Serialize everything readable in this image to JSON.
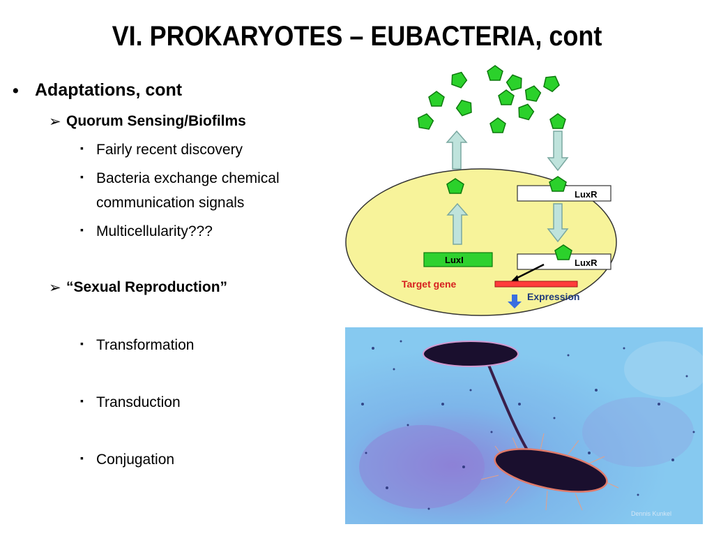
{
  "slide": {
    "title": "VI.  PROKARYOTES – EUBACTERIA, cont",
    "level1": {
      "bullet": "•",
      "text": "Adaptations, cont"
    },
    "section_quorum": {
      "bullet": "➢",
      "heading": "Quorum Sensing/Biofilms",
      "items": [
        "Fairly recent discovery",
        "Bacteria exchange chemical",
        "communication signals",
        "Multicellularity???"
      ]
    },
    "section_sexual": {
      "bullet": "➢",
      "heading": "“Sexual Reproduction”",
      "items": [
        "Transformation",
        "Transduction",
        "Conjugation"
      ]
    },
    "sub_bullet": "▪"
  },
  "diagram": {
    "luxi_label": "LuxI",
    "luxr_label_top": "LuxR",
    "luxr_label_bottom": "LuxR",
    "target_gene_label": "Target gene",
    "expression_label": "Expression",
    "colors": {
      "cell": "#f7f39a",
      "signal": "#2bd12b",
      "arrow": "#bfe3dc",
      "luxi_box": "#2fd12f",
      "target_gene": "#ff3b3b",
      "expression_arrow": "#3a6fe0"
    }
  },
  "photo": {
    "watermark": "Dennis Kunkel"
  }
}
